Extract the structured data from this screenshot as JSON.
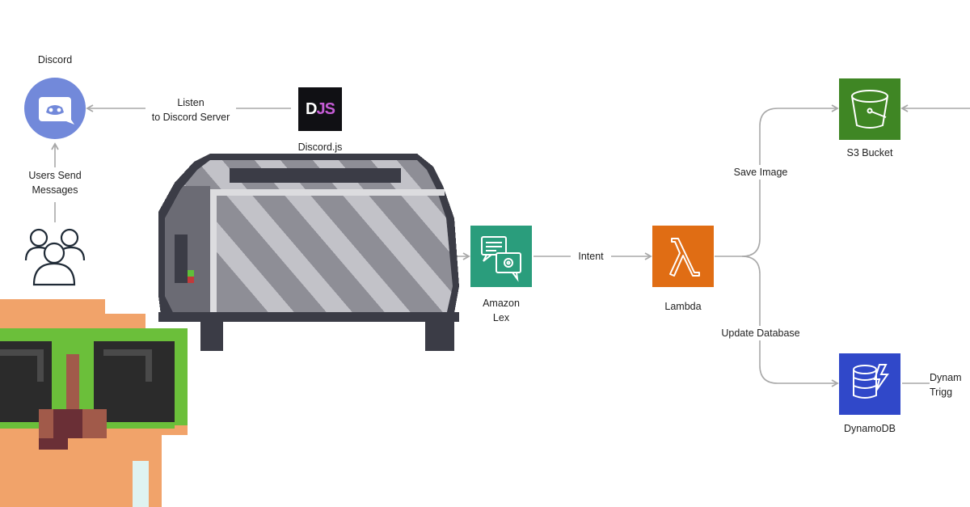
{
  "nodes": {
    "discord": {
      "label": "Discord"
    },
    "discordjs": {
      "label": "Discord.js",
      "logo_text_d": "D",
      "logo_text_js": "JS"
    },
    "lex": {
      "label": "Amazon\nLex",
      "color": "#2a9d7c"
    },
    "lambda": {
      "label": "Lambda",
      "glyph": "λ",
      "color": "#e06d14"
    },
    "s3": {
      "label": "S3 Bucket",
      "color": "#3f8624"
    },
    "dynamodb": {
      "label": "DynamoDB",
      "color": "#3048c9"
    },
    "users": {
      "icon": "users-icon"
    }
  },
  "edges": {
    "listen": "Listen\nto Discord Server",
    "users_send": "Users Send\nMessages",
    "intent": "Intent",
    "save_image": "Save Image",
    "update_db": "Update Database",
    "dynamo_trigger_partial": "Dynam\nTrigg"
  },
  "colors": {
    "discord_blurple": "#7289da",
    "arrow": "#a8a8a8",
    "toaster_grey": "#8e8e96",
    "character_orange": "#f1a36a",
    "character_green": "#6bbf3a"
  }
}
